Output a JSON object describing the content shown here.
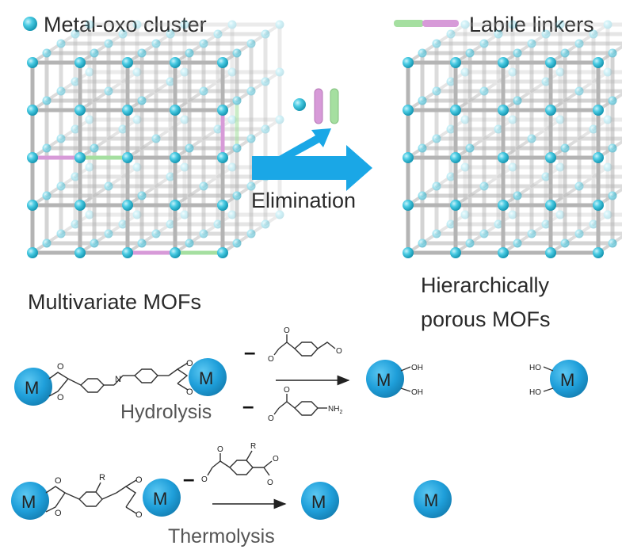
{
  "legend": {
    "cluster": "Metal-oxo cluster",
    "linkers": "Labile linkers"
  },
  "process": {
    "label": "Elimination"
  },
  "captions": {
    "left": "Multivariate MOFs",
    "right_line1": "Hierarchically",
    "right_line2": "porous MOFs"
  },
  "reactions": {
    "hydrolysis": "Hydrolysis",
    "thermolysis": "Thermolysis",
    "metal": "M",
    "oh": "OH",
    "ho": "HO",
    "o": "O",
    "n": "N",
    "nh2": "NH",
    "nh2_sub": "2",
    "r": "R",
    "minus": "–"
  },
  "colors": {
    "cluster": "#3cc6e0",
    "metal_ball": "#1e9fd8",
    "arrow": "#1aa7e6",
    "linker_pink": "#d79ad8",
    "linker_green": "#a5dfa0",
    "strut": "#b4b4b4"
  }
}
